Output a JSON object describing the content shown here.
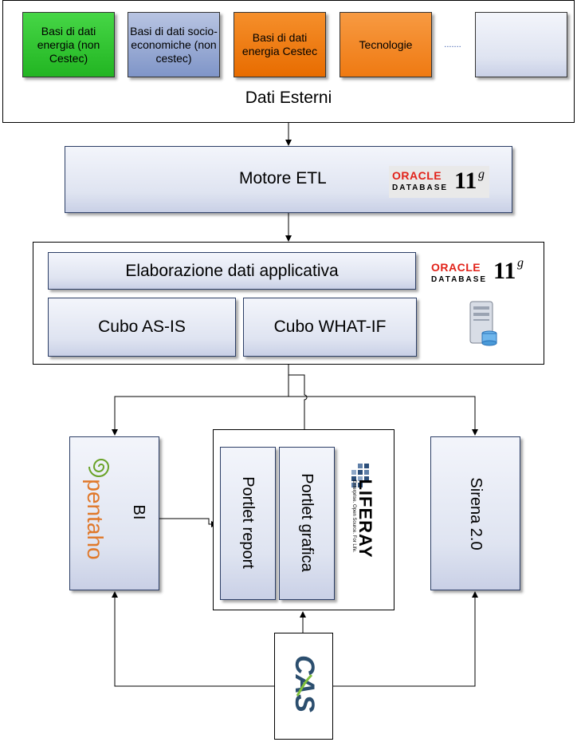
{
  "external": {
    "title": "Dati Esterni",
    "sources": [
      "Basi di dati energia (non Cestec)",
      "Basi di dati socio-economiche (non cestec)",
      "Basi di dati energia Cestec",
      "Tecnologie",
      ".......",
      ""
    ]
  },
  "etl": {
    "title": "Motore ETL"
  },
  "oracle": {
    "brand": "ORACLE",
    "version": "11",
    "version_sup": "g",
    "sub": "DATABASE"
  },
  "processing": {
    "title": "Elaborazione dati applicativa",
    "cube_asis": "Cubo AS-IS",
    "cube_whatif": "Cubo WHAT-IF"
  },
  "bi": {
    "label": "BI",
    "pentaho_logo": "pentaho"
  },
  "portal": {
    "report": "Portlet report",
    "grafica": "Portlet grafica",
    "liferay_logo": "LIFERAY",
    "liferay_tagline": "Enterprise. Open Source. For Life."
  },
  "sirena": {
    "label": "Sirena 2.0"
  },
  "cas": {
    "logo": "CAS"
  },
  "colors": {
    "green": "#33cc33",
    "blue": "#6f8ac4",
    "orange": "#f07a0c",
    "oracle_red": "#e2231a"
  }
}
